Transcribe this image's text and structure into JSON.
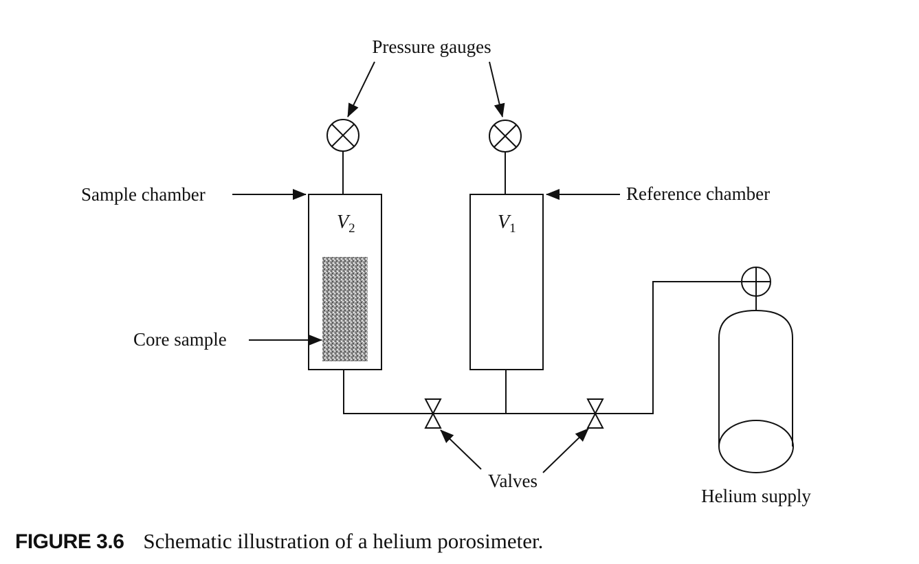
{
  "figure": {
    "number": "FIGURE 3.6",
    "caption": "Schematic illustration of a helium porosimeter."
  },
  "labels": {
    "pressure_gauges": "Pressure gauges",
    "sample_chamber": "Sample chamber",
    "reference_chamber": "Reference chamber",
    "core_sample": "Core sample",
    "valves": "Valves",
    "helium_supply": "Helium supply"
  },
  "chambers": {
    "sample": {
      "symbol": "V",
      "subscript": "2"
    },
    "reference": {
      "symbol": "V",
      "subscript": "1"
    }
  }
}
